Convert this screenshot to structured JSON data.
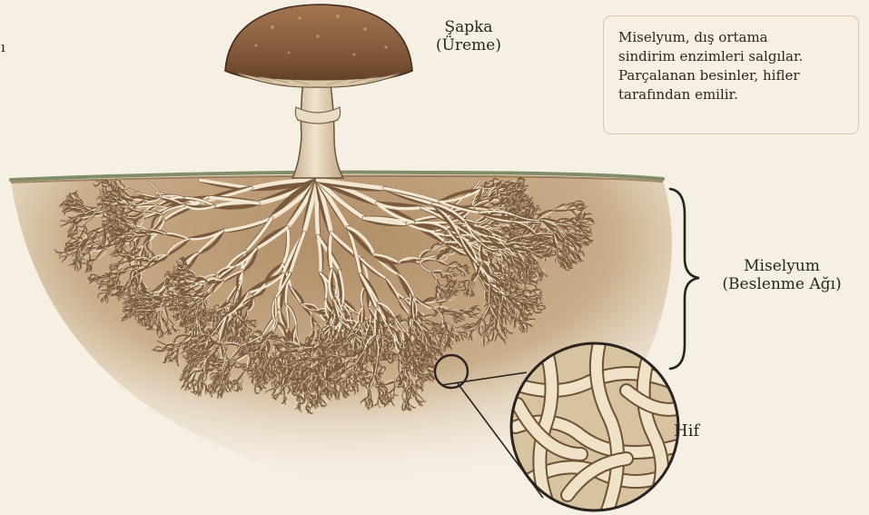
{
  "labels": {
    "cap": {
      "line1": "Şapka",
      "line2": "(Üreme)"
    },
    "mycelium": {
      "line1": "Miselyum",
      "line2": "(Beslenme Ağı)"
    },
    "hypha": "Hif",
    "edge_fragment": "ı"
  },
  "note": {
    "lines": [
      "Miselyum, dış ortama",
      "sindirim enzimleri salgılar.",
      "Parçalanan besinler, hifler",
      "tarafından emilir."
    ]
  },
  "icons": [
    "mushroom-cap-icon",
    "mushroom-stem-icon",
    "mycelium-network-icon",
    "hyphae-magnifier-icon",
    "curly-brace-icon"
  ],
  "colors": {
    "background": "#f6f0e4",
    "soil": "#b99a74",
    "mycelium": "#efe3cb",
    "cap": "#8a5e3b",
    "outline": "#2a2420"
  }
}
